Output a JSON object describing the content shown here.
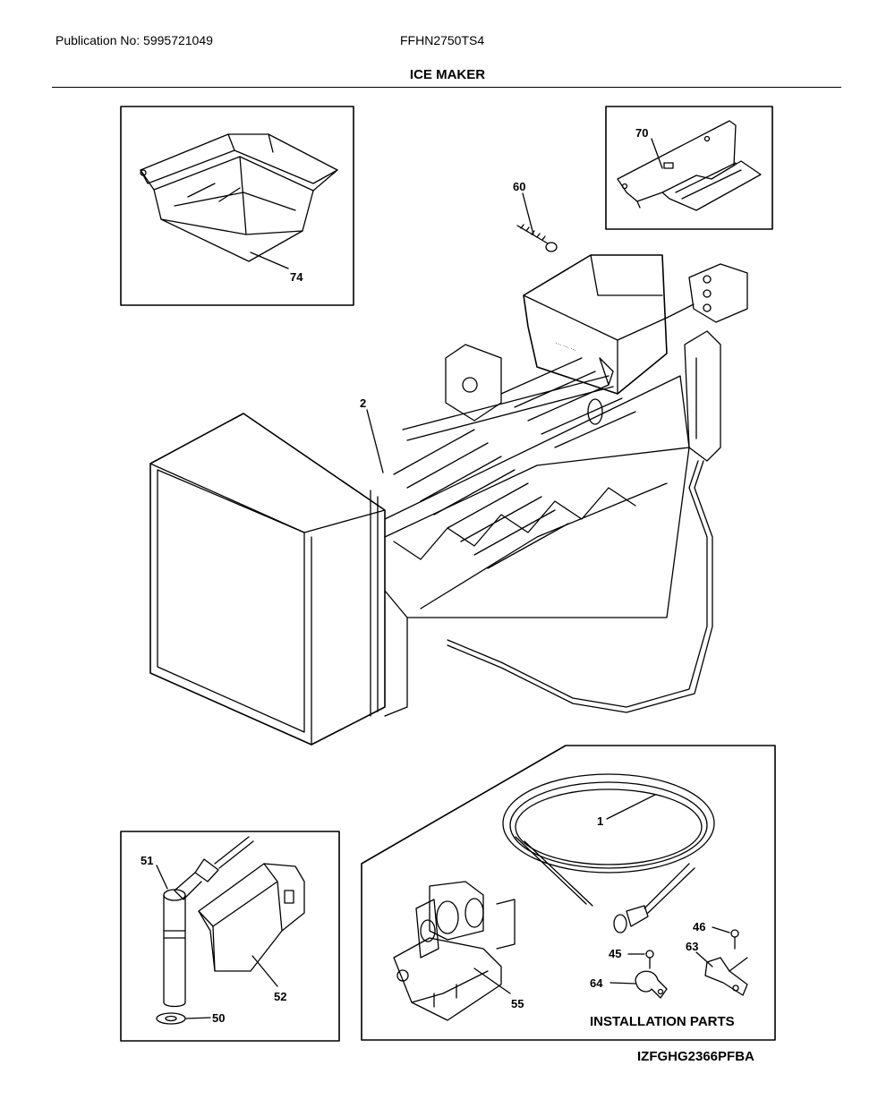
{
  "header": {
    "publication": "Publication No: 5995721049",
    "model": "FFHN2750TS4",
    "title": "ICE MAKER"
  },
  "callouts": {
    "p74": "74",
    "p70": "70",
    "p60": "60",
    "p2": "2",
    "p1": "1",
    "p51": "51",
    "p52": "52",
    "p50": "50",
    "p55": "55",
    "p46": "46",
    "p45": "45",
    "p63": "63",
    "p64": "64"
  },
  "installation_caption": "INSTALLATION PARTS",
  "document_code": "IZFGHG2366PFBA"
}
